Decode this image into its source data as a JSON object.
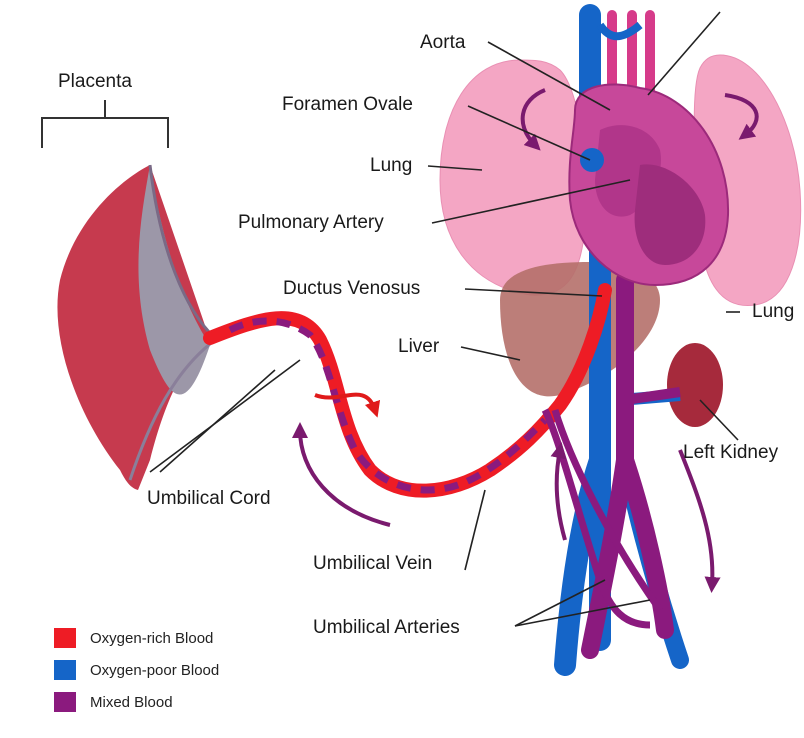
{
  "labels": {
    "placenta": "Placenta",
    "aorta": "Aorta",
    "foramen_ovale": "Foramen Ovale",
    "lung_left": "Lung",
    "pulmonary_artery": "Pulmonary Artery",
    "ductus_venosus": "Ductus Venosus",
    "lung_right": "Lung",
    "liver": "Liver",
    "left_kidney": "Left Kidney",
    "umbilical_cord": "Umbilical Cord",
    "umbilical_vein": "Umbilical Vein",
    "umbilical_arteries": "Umbilical Arteries"
  },
  "legend": [
    {
      "label": "Oxygen-rich Blood",
      "color": "#ee1c25"
    },
    {
      "label": "Oxygen-poor Blood",
      "color": "#1565c8"
    },
    {
      "label": "Mixed Blood",
      "color": "#8b1a7e"
    }
  ],
  "colors": {
    "oxygen_rich": "#ee1c25",
    "oxygen_poor": "#1565c8",
    "mixed": "#8b1a7e",
    "lung": "#f4a6c4",
    "liver": "#b5706a",
    "kidney": "#a62a3c",
    "flow_arrow": "#7a1a6e",
    "cord_arrow": "#e01a1a"
  }
}
